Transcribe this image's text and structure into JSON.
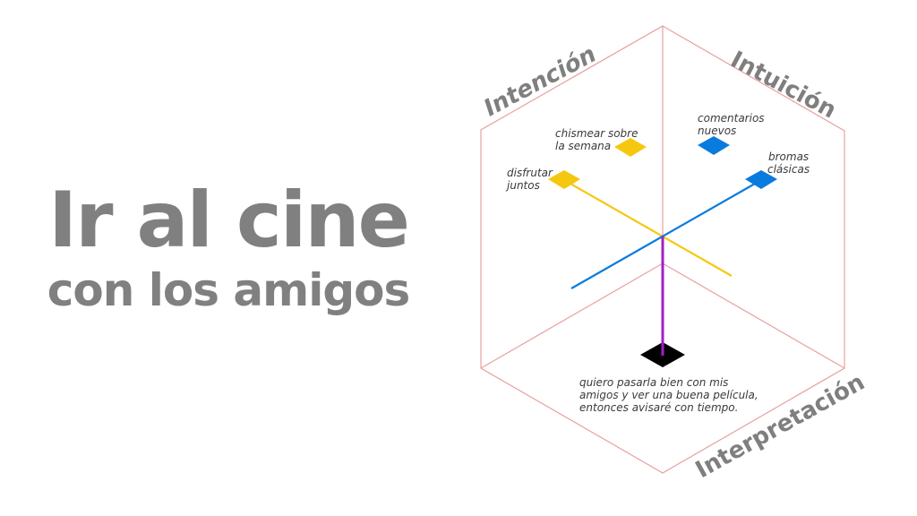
{
  "title": {
    "line1": "Ir al cine",
    "line2": "con los amigos"
  },
  "diagram": {
    "axes": {
      "intencion": "Intención",
      "intuicion": "Intuición",
      "interpretacion": "Interpretación"
    },
    "nodes": {
      "chismear": [
        "chismear sobre",
        "la semana"
      ],
      "disfrutar": [
        "disfrutar",
        "juntos"
      ],
      "comentarios": [
        "comentarios",
        "nuevos"
      ],
      "bromas": [
        "bromas",
        "clásicas"
      ]
    },
    "description": [
      "quiero pasarla bien con mis",
      "amigos y ver una buena película,",
      "entonces avisaré con tiempo."
    ],
    "colors": {
      "cube_edge": "#E8A0A0",
      "intencion": "#F5C80F",
      "intuicion": "#0A7BDE",
      "interpretacion": "#A020C8",
      "origin_marker": "#000000",
      "label_gray": "#7F7F7F"
    }
  }
}
